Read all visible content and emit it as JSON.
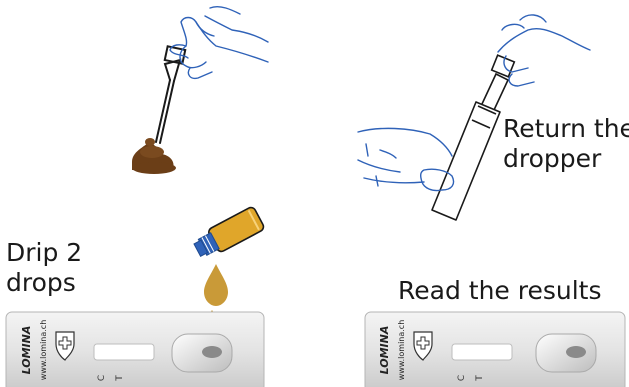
{
  "steps": {
    "step_return": {
      "line1": "Return the",
      "line2": "dropper"
    },
    "step_drip": {
      "line1": "Drip 2",
      "line2": "drops"
    },
    "step_read": {
      "line1": "Read the results"
    }
  },
  "cassette": {
    "brand": "LOMINA",
    "website": "www.lomina.ch",
    "marker_c": "C",
    "marker_t": "T"
  },
  "colors": {
    "outline": "#2f62b8",
    "stool": "#6b3e17",
    "sample_liquid": "#c99a38",
    "vial_liquid": "#e0a62a",
    "vial_cap": "#2f62b8",
    "cassette_body": "#d9d9d9",
    "ink": "#1a1a1a"
  },
  "icons": [
    "hand-icon",
    "dropper-icon",
    "stool-sample-icon",
    "vial-icon",
    "drop-icon",
    "test-cassette-icon",
    "shield-cross-icon"
  ]
}
